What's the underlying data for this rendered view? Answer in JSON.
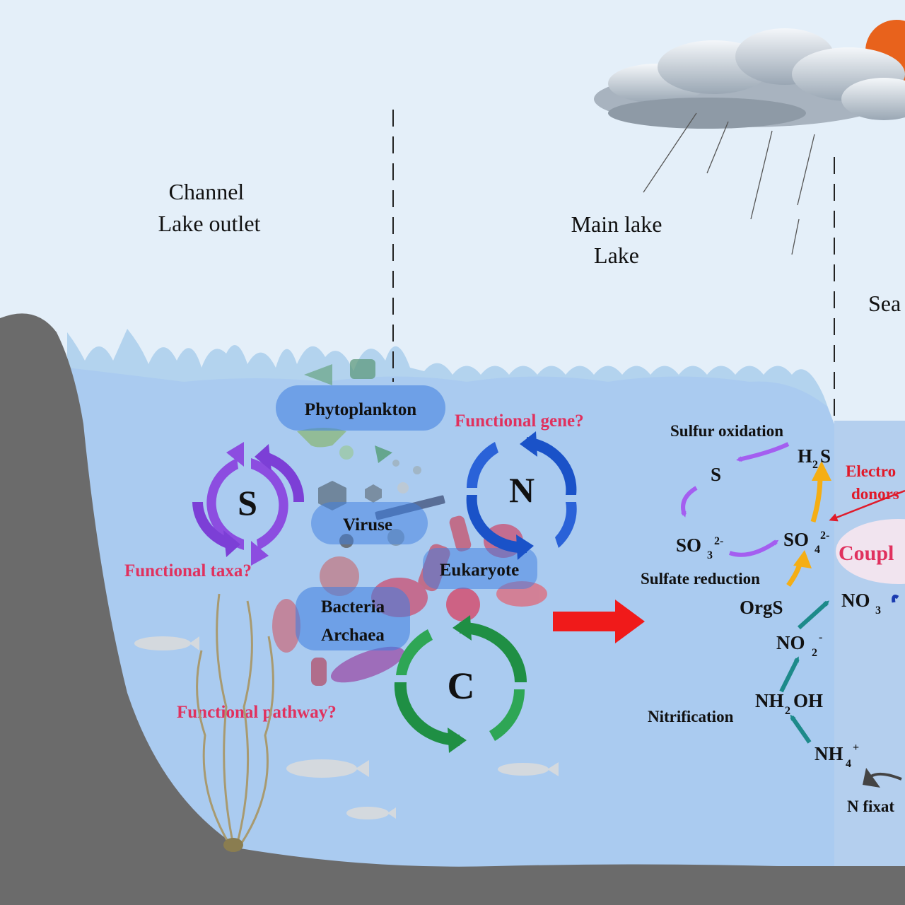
{
  "zones": {
    "channel_line1": "Channel",
    "channel_line2": "Lake outlet",
    "main_line1": "Main lake",
    "main_line2": "Lake",
    "sea_partial": "Sea"
  },
  "groups": {
    "phytoplankton": "Phytoplankton",
    "viruse": "Viruse",
    "eukaryote": "Eukaryote",
    "bacteria": "Bacteria",
    "archaea": "Archaea"
  },
  "cycles": {
    "s": "S",
    "n": "N",
    "c": "C"
  },
  "questions": {
    "functional_gene": "Functional gene?",
    "functional_taxa": "Functional taxa?",
    "functional_pathway": "Functional pathway?"
  },
  "processes": {
    "sulfur_oxidation": "Sulfur oxidation",
    "sulfate_reduction": "Sulfate reduction",
    "nitrification": "Nitrification",
    "n_fixation": "N fixat",
    "electron_donors_1": "Electro",
    "electron_donors_2": "donors",
    "coupling": "Coupl"
  },
  "species": {
    "s": "S",
    "h2s_main": "H",
    "h2s_sub": "2",
    "h2s_tail": "S",
    "so3_main": "SO",
    "so3_sub": "3",
    "so3_sup": "2-",
    "so4_main": "SO",
    "so4_sub": "4",
    "so4_sup": "2-",
    "orgs": "OrgS",
    "no3_main": "NO",
    "no3_sub": "3",
    "no2_main": "NO",
    "no2_sub": "2",
    "no2_sup": "-",
    "nh2oh_a": "NH",
    "nh2oh_sub": "2",
    "nh2oh_b": "OH",
    "nh4_main": "NH",
    "nh4_sub": "4",
    "nh4_sup": "+"
  },
  "colors": {
    "sky": "#e4eff9",
    "water_surface": "#b3d3ee",
    "water": "#aacbf0",
    "sea_water": "#b4cfee",
    "rock": "#6b6b6b",
    "question_text": "#e0315e",
    "electron_text": "#e01a2a",
    "s_cycle": "#8c4de0",
    "n_cycle": "#1a52c8",
    "c_cycle": "#1f8f44",
    "sulfur_arrow": "#a45ef0",
    "sulfate_arrow": "#f5ae14",
    "n_arrow": "#1d8a8a",
    "big_arrow": "#f01a1a",
    "sun": "#e8621c"
  }
}
